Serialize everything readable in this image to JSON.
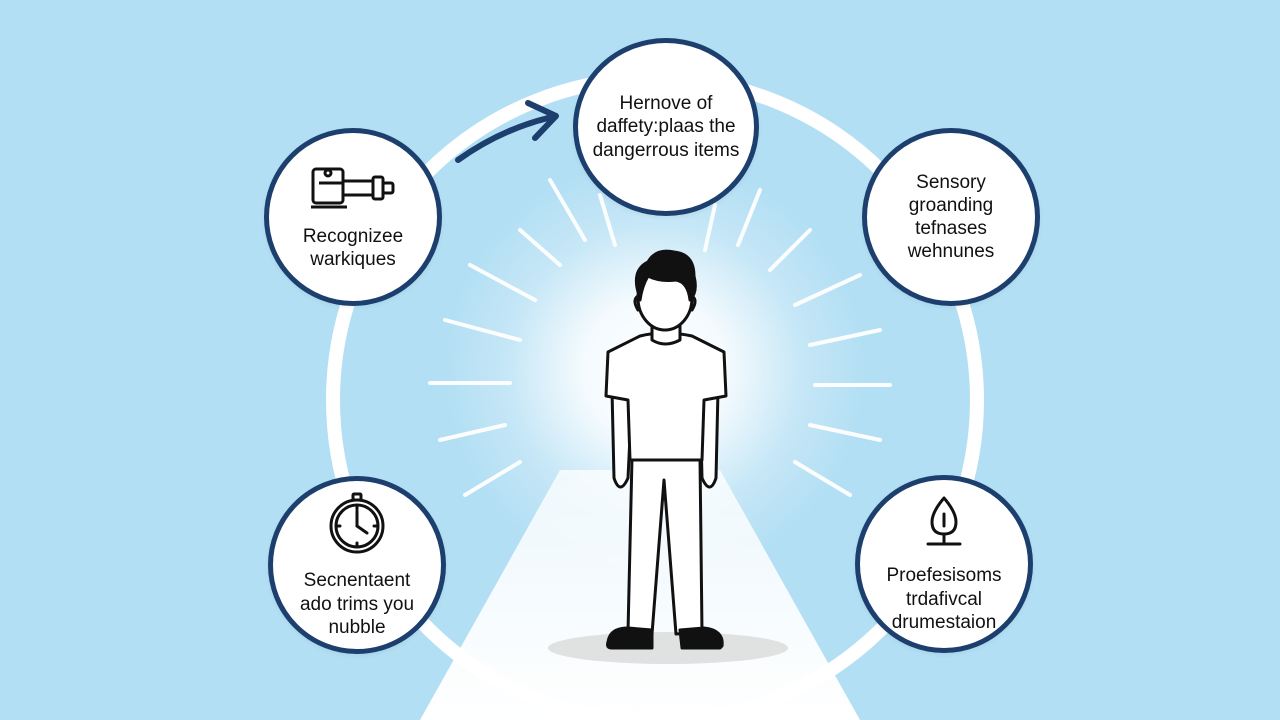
{
  "nodes": {
    "top": {
      "label": "Hernove of daffety:plaas the dangerrous items"
    },
    "left": {
      "label": "Recognizee warkiques",
      "icon": "tool-icon"
    },
    "right": {
      "label": "Sensory groanding tefnases wehnunes"
    },
    "bottom_left": {
      "label": "Secnentaent ado trims you nubble",
      "icon": "stopwatch-icon"
    },
    "bottom_right": {
      "label": "Proefesisoms trdafivcal drumestaion",
      "icon": "drop-stand-icon"
    }
  },
  "colors": {
    "background": "#b3dff4",
    "node_border": "#1d3f6e",
    "arrow": "#1d3f6e",
    "ring": "#ffffff",
    "glow": "#ffffff"
  }
}
